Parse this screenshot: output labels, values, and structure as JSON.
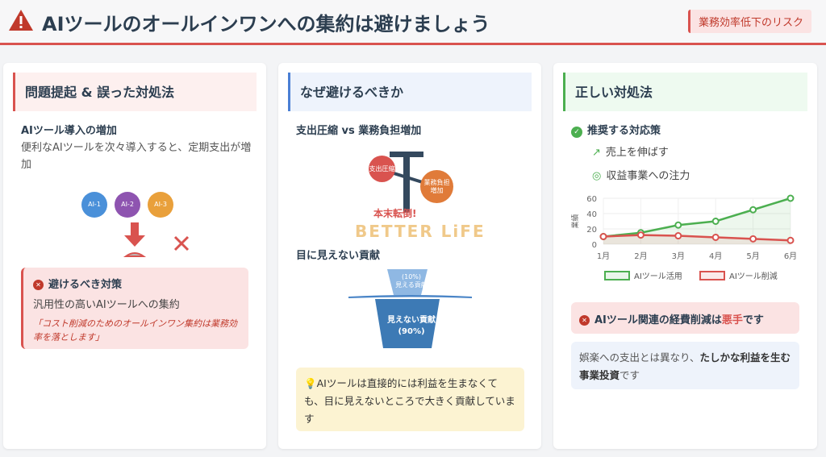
{
  "header": {
    "title": "AIツールのオールインワンへの集約は避けましょう",
    "badge": "業務効率低下のリスク"
  },
  "col1": {
    "heading": "問題提起 & 誤った対処法",
    "subtitle": "AIツール導入の増加",
    "desc": "便利なAIツールを次々導入すると、定期支出が増加",
    "tools": [
      "AI-1",
      "AI-2",
      "AI-3"
    ],
    "avoid_title": "避けるべき対策",
    "avoid_text": "汎用性の高いAIツールへの集約",
    "avoid_quote": "「コスト削減のためのオールインワン集約は業務効率を落とします」"
  },
  "col2": {
    "heading": "なぜ避けるべきか",
    "subtitle": "支出圧縮 vs 業務負担増加",
    "left_ball": "支出圧縮",
    "right_ball": "業務負担増加",
    "balance_label": "本末転倒!",
    "watermark": "BETTER LiFE",
    "iceberg_title": "目に見えない貢献",
    "visible_pct": "(10%)",
    "visible_label": "見える貢献",
    "hidden_label": "見えない貢献",
    "hidden_pct": "(90%)",
    "note": "AIツールは直接的には利益を生まなくても、目に見えないところで大きく貢献しています"
  },
  "col3": {
    "heading": "正しい対処法",
    "rec_title": "推奨する対応策",
    "rec_items": [
      "売上を伸ばす",
      "収益事業への注力"
    ],
    "bad_pre": "AIツール関連の経費削減は",
    "bad_em": "悪手",
    "bad_post": "です",
    "info_pre": "娯楽への支出とは異なり、",
    "info_bold": "たしかな利益を生む事業投資",
    "info_post": "です"
  },
  "chart_data": {
    "type": "line",
    "categories": [
      "1月",
      "2月",
      "3月",
      "4月",
      "5月",
      "6月"
    ],
    "ylabel": "業績",
    "ylim": [
      0,
      60
    ],
    "yticks": [
      0,
      20,
      40,
      60
    ],
    "legend": "bottom",
    "series": [
      {
        "name": "AIツール活用",
        "color": "#4caf50",
        "values": [
          10,
          15,
          25,
          30,
          45,
          60
        ]
      },
      {
        "name": "AIツール削減",
        "color": "#d9534f",
        "values": [
          10,
          12,
          11,
          9,
          7,
          5
        ]
      }
    ]
  }
}
